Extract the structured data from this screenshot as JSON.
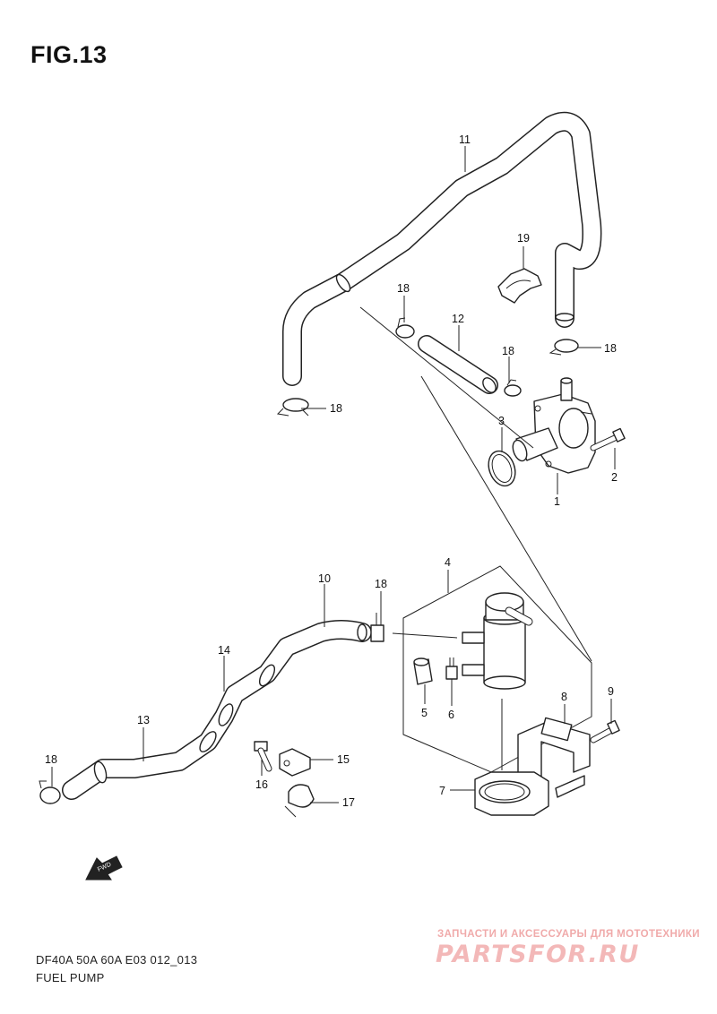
{
  "figure_title": "FIG.13",
  "footer": {
    "model_line": "DF40A 50A 60A E03 012_013",
    "section_name": "FUEL PUMP"
  },
  "watermark": {
    "tagline": "ЗАПЧАСТИ И АКСЕССУАРЫ ДЛЯ МОТОТЕХНИКИ",
    "brand": "PARTSFOR.RU"
  },
  "fwd_arrow_label": "FWD",
  "callouts": [
    "11",
    "19",
    "18",
    "12",
    "18",
    "18",
    "3",
    "2",
    "1",
    "18",
    "4",
    "10",
    "18",
    "14",
    "13",
    "5",
    "6",
    "8",
    "9",
    "18",
    "15",
    "16",
    "17",
    "7"
  ],
  "colors": {
    "ink": "#222222",
    "watermark": "#f3b8b8"
  }
}
